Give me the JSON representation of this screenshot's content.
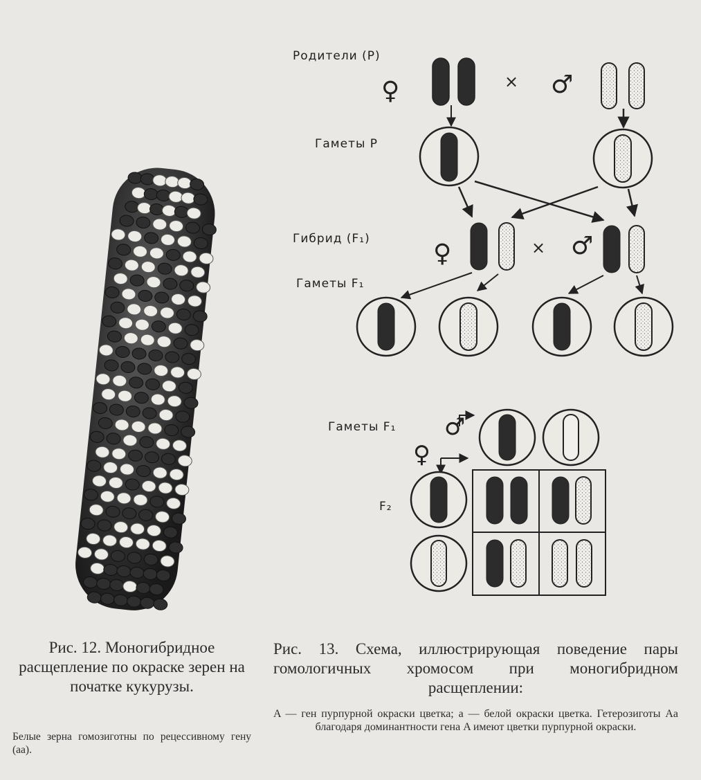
{
  "fig13": {
    "labels": {
      "parents": "Родители (Р)",
      "gametes_p": "Гаметы Р",
      "hybrid": "Гибрид (F₁)",
      "gametes_f1": "Гаметы F₁",
      "gametes_f1_square": "Гаметы F₁",
      "f2": "F₂"
    },
    "symbols": {
      "female": "♀",
      "male": "♂",
      "cross": "×"
    },
    "caption": "Рис. 13. Схема, иллюстрирующая поведение пары гомологичных хромосом при моногибридном расщеплении:",
    "note": "A — ген пурпурной окраски цветка; a — белой окраски цветка. Гетерозиготы Aa благодаря доминантности гена A имеют цветки пурпурной окраски."
  },
  "fig12": {
    "caption": "Рис. 12. Моногибридное расщепление по окраске зерен на початке кукурузы.",
    "note": "Белые зерна гомозиготны по рецессивному гену (aa)."
  },
  "colors": {
    "dark_chromosome": "#2c2c2c",
    "light_chromosome": "#f1f0ec",
    "ink": "#222222"
  }
}
